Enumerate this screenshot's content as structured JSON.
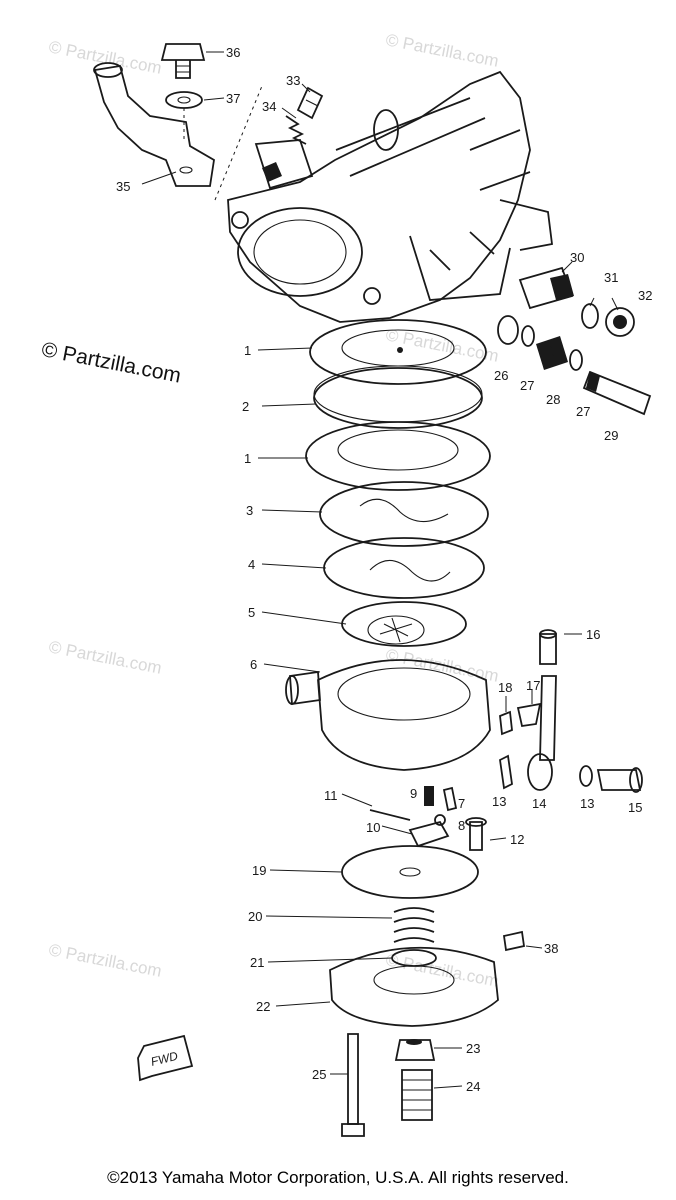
{
  "watermark_text": "© Partzilla.com",
  "brand_text": "© Partzilla.com",
  "copyright_text": "©2013 Yamaha Motor Corporation, U.S.A. All rights reserved.",
  "fwd_label": "FWD",
  "callouts": [
    {
      "id": "c1a",
      "label": "1"
    },
    {
      "id": "c2",
      "label": "2"
    },
    {
      "id": "c1b",
      "label": "1"
    },
    {
      "id": "c3",
      "label": "3"
    },
    {
      "id": "c4",
      "label": "4"
    },
    {
      "id": "c5",
      "label": "5"
    },
    {
      "id": "c6",
      "label": "6"
    },
    {
      "id": "c7",
      "label": "7"
    },
    {
      "id": "c8",
      "label": "8"
    },
    {
      "id": "c9",
      "label": "9"
    },
    {
      "id": "c10",
      "label": "10"
    },
    {
      "id": "c11",
      "label": "11"
    },
    {
      "id": "c12",
      "label": "12"
    },
    {
      "id": "c13a",
      "label": "13"
    },
    {
      "id": "c14",
      "label": "14"
    },
    {
      "id": "c13b",
      "label": "13"
    },
    {
      "id": "c15",
      "label": "15"
    },
    {
      "id": "c16",
      "label": "16"
    },
    {
      "id": "c17",
      "label": "17"
    },
    {
      "id": "c18",
      "label": "18"
    },
    {
      "id": "c19",
      "label": "19"
    },
    {
      "id": "c20",
      "label": "20"
    },
    {
      "id": "c21",
      "label": "21"
    },
    {
      "id": "c22",
      "label": "22"
    },
    {
      "id": "c23",
      "label": "23"
    },
    {
      "id": "c24",
      "label": "24"
    },
    {
      "id": "c25",
      "label": "25"
    },
    {
      "id": "c26",
      "label": "26"
    },
    {
      "id": "c27a",
      "label": "27"
    },
    {
      "id": "c28",
      "label": "28"
    },
    {
      "id": "c27b",
      "label": "27"
    },
    {
      "id": "c29",
      "label": "29"
    },
    {
      "id": "c30",
      "label": "30"
    },
    {
      "id": "c31",
      "label": "31"
    },
    {
      "id": "c32",
      "label": "32"
    },
    {
      "id": "c33",
      "label": "33"
    },
    {
      "id": "c34",
      "label": "34"
    },
    {
      "id": "c35",
      "label": "35"
    },
    {
      "id": "c36",
      "label": "36"
    },
    {
      "id": "c37",
      "label": "37"
    },
    {
      "id": "c38",
      "label": "38"
    }
  ]
}
